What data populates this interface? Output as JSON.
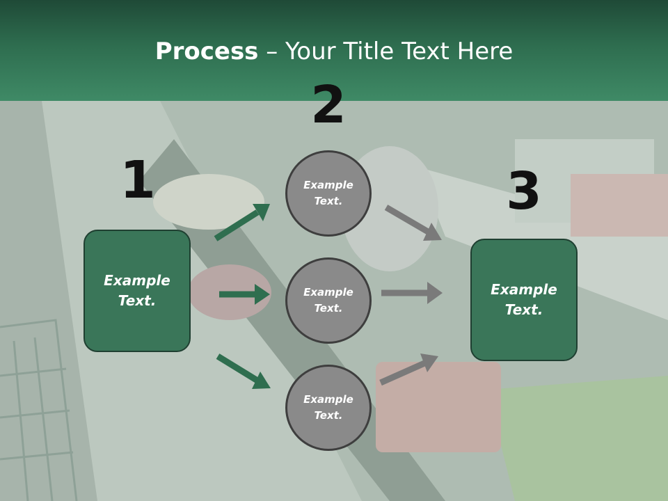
{
  "title": {
    "bold": "Process",
    "rest": " – Your Title Text Here"
  },
  "steps": {
    "one": {
      "number": "1",
      "box_text": "Example Text."
    },
    "two": {
      "number": "2"
    },
    "three": {
      "number": "3",
      "box_text": "Example Text."
    }
  },
  "circles": [
    {
      "text": "Example Text."
    },
    {
      "text": "Example Text."
    },
    {
      "text": "Example Text."
    }
  ],
  "colors": {
    "header": "#2e6d4f",
    "box_fill": "#3a7659",
    "green_arrow": "#2f6e4f",
    "grey_arrow": "#7a7a7a",
    "circle_fill": "#8a8a8a"
  }
}
